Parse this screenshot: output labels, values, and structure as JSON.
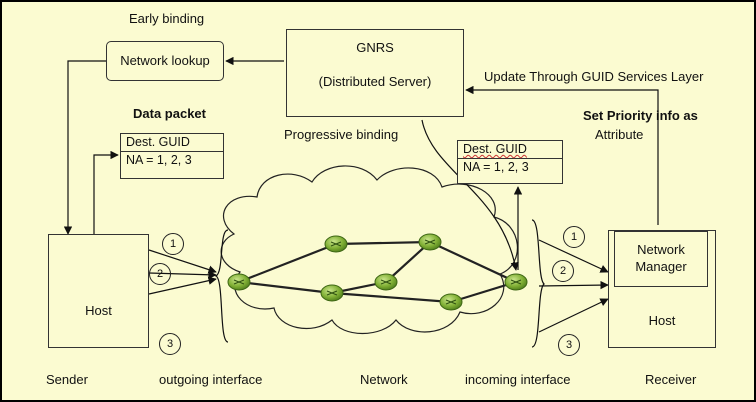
{
  "labels": {
    "early_binding": "Early binding",
    "network_lookup": "Network lookup",
    "gnrs_title": "GNRS",
    "gnrs_subtitle": "(Distributed Server)",
    "update_through": "Update Through GUID Services Layer",
    "set_priority_line1": "Set Priority info as",
    "set_priority_line2": "Attribute",
    "data_packet": "Data packet",
    "progressive_binding": "Progressive binding",
    "dest_guid": "Dest. GUID",
    "na_values": "NA = 1, 2, 3",
    "host": "Host",
    "network_manager_line1": "Network",
    "network_manager_line2": "Manager",
    "sender": "Sender",
    "outgoing_interface": "outgoing  interface",
    "network": "Network",
    "incoming_interface": "incoming interface",
    "receiver": "Receiver"
  },
  "interfaces": {
    "outgoing": [
      "1",
      "2",
      "3"
    ],
    "incoming": [
      "1",
      "2",
      "3"
    ]
  },
  "colors": {
    "background": "#fbfbd1",
    "router_fill": "#7fae33",
    "router_dark": "#4c7a1b",
    "link": "#222222"
  }
}
